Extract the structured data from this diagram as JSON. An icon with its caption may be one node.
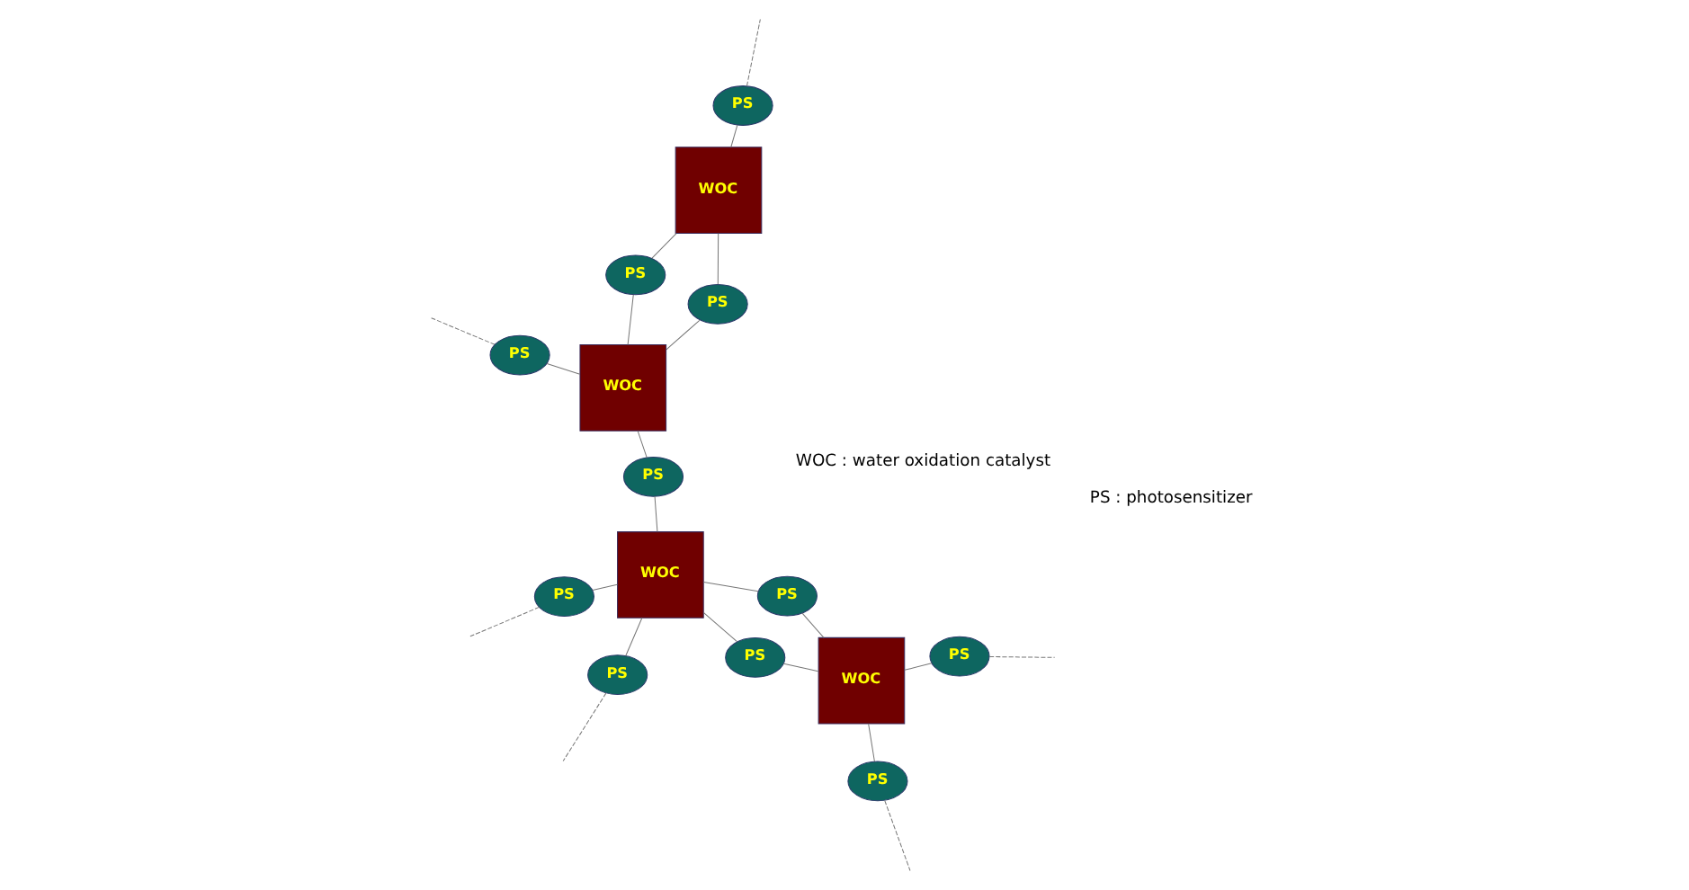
{
  "diagram": {
    "nodes": [
      {
        "text": [
          "PS"
        ]
      },
      {
        "text": [
          "WOC"
        ]
      },
      {
        "text": [
          "PS"
        ]
      },
      {
        "text": [
          "PS"
        ]
      },
      {
        "text": [
          "PS"
        ]
      },
      {
        "text": [
          "WOC"
        ]
      },
      {
        "text": [
          "PS"
        ]
      },
      {
        "text": [
          "PS"
        ]
      },
      {
        "text": [
          "PS"
        ]
      },
      {
        "text": [
          "WOC"
        ]
      },
      {
        "text": [
          "PS"
        ]
      },
      {
        "text": [
          "PS"
        ]
      },
      {
        "text": [
          "WOC"
        ]
      },
      {
        "text": [
          "PS"
        ]
      },
      {
        "text": [
          "PS"
        ]
      }
    ],
    "edges": [
      {
        "from": 0,
        "to": 5,
        "arrow": "none"
      },
      {
        "from": 0,
        "to": 1,
        "arrow": "none"
      },
      {
        "from": 2,
        "to": 5,
        "arrow": "none"
      },
      {
        "from": 2,
        "to": null,
        "arrow": "none",
        "style": "dashed"
      },
      {
        "from": 3,
        "to": 5,
        "arrow": "none"
      },
      {
        "from": 3,
        "to": 1,
        "arrow": "none"
      },
      {
        "from": 1,
        "to": 4,
        "arrow": "none"
      },
      {
        "from": 4,
        "to": null,
        "arrow": "none",
        "style": "dashed"
      },
      {
        "from": 1,
        "to": 7,
        "arrow": "none"
      },
      {
        "from": 7,
        "to": null,
        "arrow": "none",
        "style": "dashed"
      },
      {
        "from": 8,
        "to": 5,
        "arrow": "none"
      },
      {
        "from": 8,
        "to": null,
        "arrow": "none",
        "style": "dashed"
      },
      {
        "from": 5,
        "to": 6,
        "arrow": "none"
      },
      {
        "from": 6,
        "to": 9,
        "arrow": "none"
      },
      {
        "from": 10,
        "to": 9,
        "arrow": "none"
      },
      {
        "from": 10,
        "to": 12,
        "arrow": "none"
      },
      {
        "from": 9,
        "to": 11,
        "arrow": "none"
      },
      {
        "from": 11,
        "to": null,
        "arrow": "none",
        "style": "dashed"
      },
      {
        "from": 9,
        "to": 14,
        "arrow": "none"
      },
      {
        "from": 12,
        "to": 13,
        "arrow": "none"
      },
      {
        "from": 12,
        "to": 14,
        "arrow": "none"
      },
      {
        "from": 13,
        "to": null,
        "arrow": "none",
        "style": "dashed"
      }
    ],
    "labels": [
      "WOC : water oxidation catalyst",
      "PS : photosensitizer"
    ]
  }
}
